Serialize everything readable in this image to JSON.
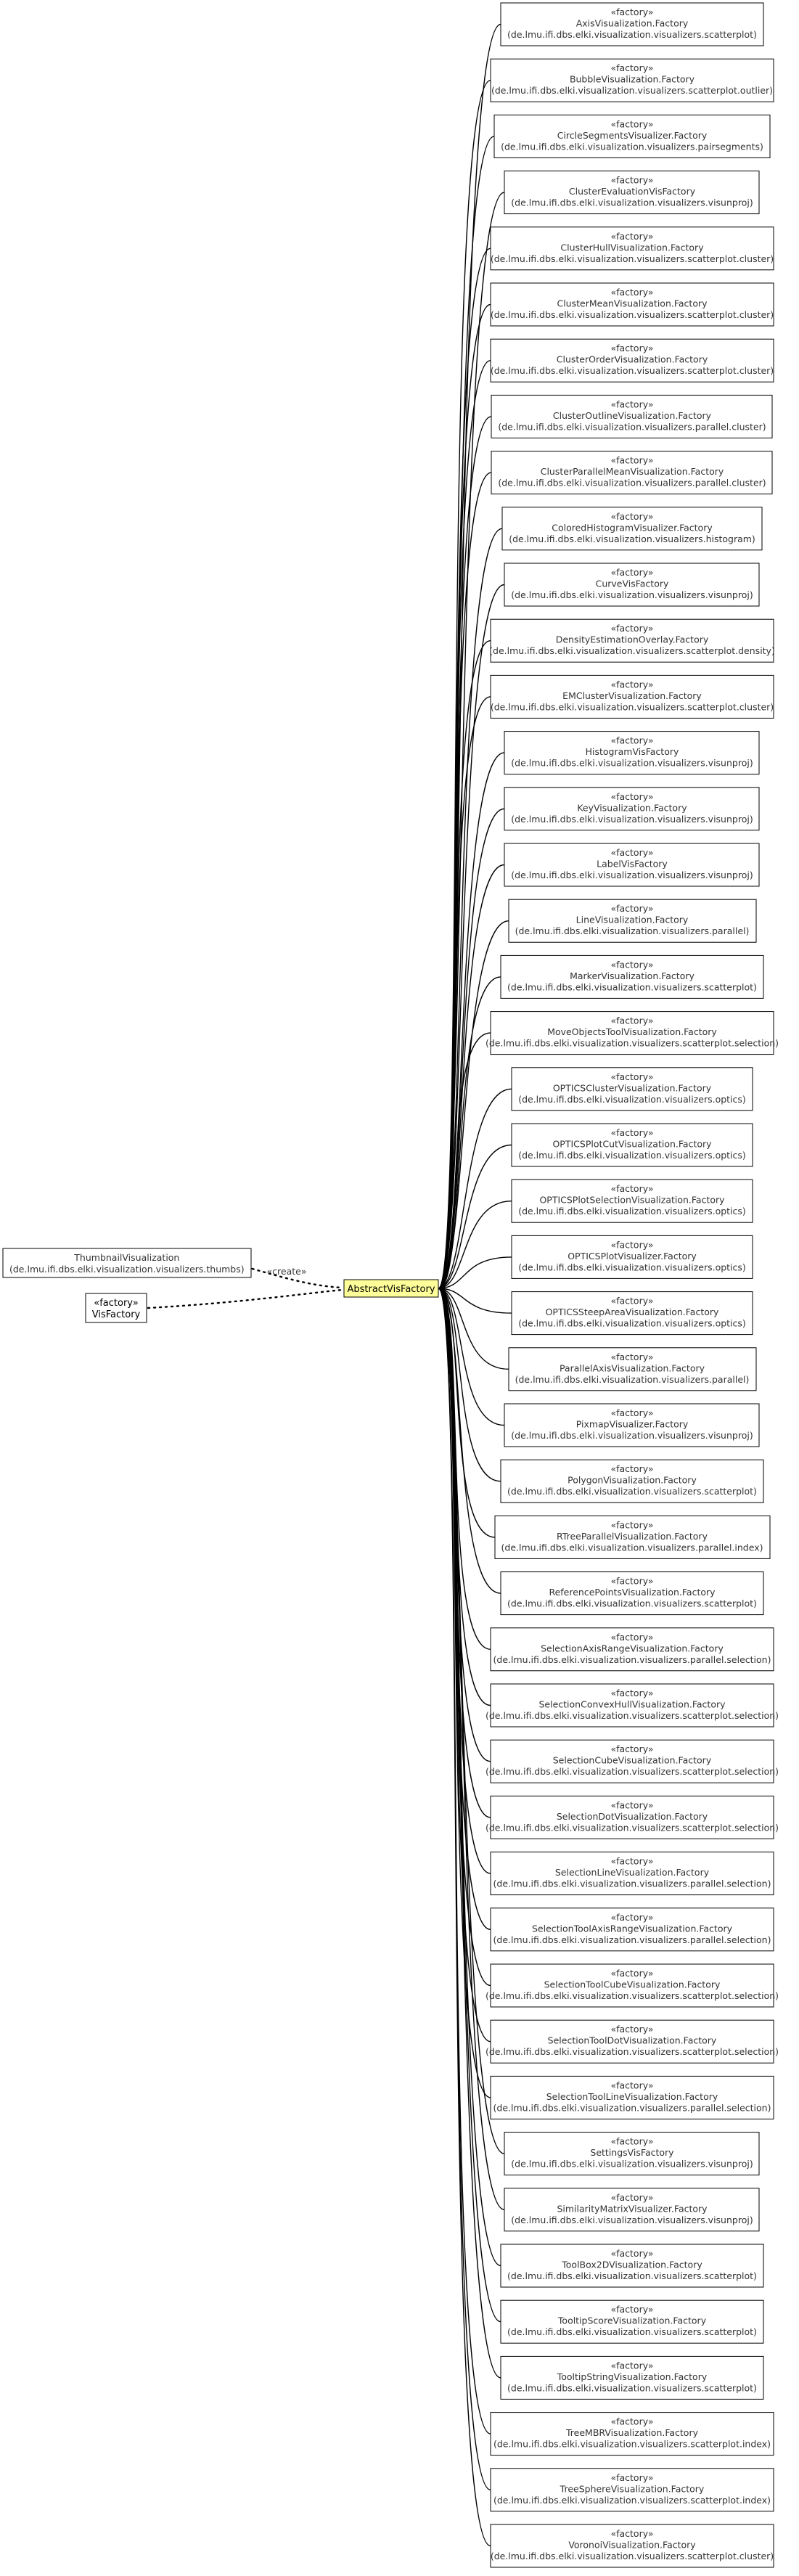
{
  "center": {
    "label": "AbstractVisFactory"
  },
  "left_nodes": [
    {
      "stereotype": "",
      "name": "ThumbnailVisualization",
      "package": "(de.lmu.ifi.dbs.elki.visualization.visualizers.thumbs)",
      "edge_label": "«create»"
    },
    {
      "stereotype": "«factory»",
      "name": "VisFactory",
      "package": "",
      "edge_label": ""
    }
  ],
  "subclasses": [
    {
      "stereotype": "«factory»",
      "name": "AxisVisualization.Factory",
      "package": "(de.lmu.ifi.dbs.elki.visualization.visualizers.scatterplot)"
    },
    {
      "stereotype": "«factory»",
      "name": "BubbleVisualization.Factory",
      "package": "(de.lmu.ifi.dbs.elki.visualization.visualizers.scatterplot.outlier)"
    },
    {
      "stereotype": "«factory»",
      "name": "CircleSegmentsVisualizer.Factory",
      "package": "(de.lmu.ifi.dbs.elki.visualization.visualizers.pairsegments)"
    },
    {
      "stereotype": "«factory»",
      "name": "ClusterEvaluationVisFactory",
      "package": "(de.lmu.ifi.dbs.elki.visualization.visualizers.visunproj)"
    },
    {
      "stereotype": "«factory»",
      "name": "ClusterHullVisualization.Factory",
      "package": "(de.lmu.ifi.dbs.elki.visualization.visualizers.scatterplot.cluster)"
    },
    {
      "stereotype": "«factory»",
      "name": "ClusterMeanVisualization.Factory",
      "package": "(de.lmu.ifi.dbs.elki.visualization.visualizers.scatterplot.cluster)"
    },
    {
      "stereotype": "«factory»",
      "name": "ClusterOrderVisualization.Factory",
      "package": "(de.lmu.ifi.dbs.elki.visualization.visualizers.scatterplot.cluster)"
    },
    {
      "stereotype": "«factory»",
      "name": "ClusterOutlineVisualization.Factory",
      "package": "(de.lmu.ifi.dbs.elki.visualization.visualizers.parallel.cluster)"
    },
    {
      "stereotype": "«factory»",
      "name": "ClusterParallelMeanVisualization.Factory",
      "package": "(de.lmu.ifi.dbs.elki.visualization.visualizers.parallel.cluster)"
    },
    {
      "stereotype": "«factory»",
      "name": "ColoredHistogramVisualizer.Factory",
      "package": "(de.lmu.ifi.dbs.elki.visualization.visualizers.histogram)"
    },
    {
      "stereotype": "«factory»",
      "name": "CurveVisFactory",
      "package": "(de.lmu.ifi.dbs.elki.visualization.visualizers.visunproj)"
    },
    {
      "stereotype": "«factory»",
      "name": "DensityEstimationOverlay.Factory",
      "package": "(de.lmu.ifi.dbs.elki.visualization.visualizers.scatterplot.density)"
    },
    {
      "stereotype": "«factory»",
      "name": "EMClusterVisualization.Factory",
      "package": "(de.lmu.ifi.dbs.elki.visualization.visualizers.scatterplot.cluster)"
    },
    {
      "stereotype": "«factory»",
      "name": "HistogramVisFactory",
      "package": "(de.lmu.ifi.dbs.elki.visualization.visualizers.visunproj)"
    },
    {
      "stereotype": "«factory»",
      "name": "KeyVisualization.Factory",
      "package": "(de.lmu.ifi.dbs.elki.visualization.visualizers.visunproj)"
    },
    {
      "stereotype": "«factory»",
      "name": "LabelVisFactory",
      "package": "(de.lmu.ifi.dbs.elki.visualization.visualizers.visunproj)"
    },
    {
      "stereotype": "«factory»",
      "name": "LineVisualization.Factory",
      "package": "(de.lmu.ifi.dbs.elki.visualization.visualizers.parallel)"
    },
    {
      "stereotype": "«factory»",
      "name": "MarkerVisualization.Factory",
      "package": "(de.lmu.ifi.dbs.elki.visualization.visualizers.scatterplot)"
    },
    {
      "stereotype": "«factory»",
      "name": "MoveObjectsToolVisualization.Factory",
      "package": "(de.lmu.ifi.dbs.elki.visualization.visualizers.scatterplot.selection)"
    },
    {
      "stereotype": "«factory»",
      "name": "OPTICSClusterVisualization.Factory",
      "package": "(de.lmu.ifi.dbs.elki.visualization.visualizers.optics)"
    },
    {
      "stereotype": "«factory»",
      "name": "OPTICSPlotCutVisualization.Factory",
      "package": "(de.lmu.ifi.dbs.elki.visualization.visualizers.optics)"
    },
    {
      "stereotype": "«factory»",
      "name": "OPTICSPlotSelectionVisualization.Factory",
      "package": "(de.lmu.ifi.dbs.elki.visualization.visualizers.optics)"
    },
    {
      "stereotype": "«factory»",
      "name": "OPTICSPlotVisualizer.Factory",
      "package": "(de.lmu.ifi.dbs.elki.visualization.visualizers.optics)"
    },
    {
      "stereotype": "«factory»",
      "name": "OPTICSSteepAreaVisualization.Factory",
      "package": "(de.lmu.ifi.dbs.elki.visualization.visualizers.optics)"
    },
    {
      "stereotype": "«factory»",
      "name": "ParallelAxisVisualization.Factory",
      "package": "(de.lmu.ifi.dbs.elki.visualization.visualizers.parallel)"
    },
    {
      "stereotype": "«factory»",
      "name": "PixmapVisualizer.Factory",
      "package": "(de.lmu.ifi.dbs.elki.visualization.visualizers.visunproj)"
    },
    {
      "stereotype": "«factory»",
      "name": "PolygonVisualization.Factory",
      "package": "(de.lmu.ifi.dbs.elki.visualization.visualizers.scatterplot)"
    },
    {
      "stereotype": "«factory»",
      "name": "RTreeParallelVisualization.Factory",
      "package": "(de.lmu.ifi.dbs.elki.visualization.visualizers.parallel.index)"
    },
    {
      "stereotype": "«factory»",
      "name": "ReferencePointsVisualization.Factory",
      "package": "(de.lmu.ifi.dbs.elki.visualization.visualizers.scatterplot)"
    },
    {
      "stereotype": "«factory»",
      "name": "SelectionAxisRangeVisualization.Factory",
      "package": "(de.lmu.ifi.dbs.elki.visualization.visualizers.parallel.selection)"
    },
    {
      "stereotype": "«factory»",
      "name": "SelectionConvexHullVisualization.Factory",
      "package": "(de.lmu.ifi.dbs.elki.visualization.visualizers.scatterplot.selection)"
    },
    {
      "stereotype": "«factory»",
      "name": "SelectionCubeVisualization.Factory",
      "package": "(de.lmu.ifi.dbs.elki.visualization.visualizers.scatterplot.selection)"
    },
    {
      "stereotype": "«factory»",
      "name": "SelectionDotVisualization.Factory",
      "package": "(de.lmu.ifi.dbs.elki.visualization.visualizers.scatterplot.selection)"
    },
    {
      "stereotype": "«factory»",
      "name": "SelectionLineVisualization.Factory",
      "package": "(de.lmu.ifi.dbs.elki.visualization.visualizers.parallel.selection)"
    },
    {
      "stereotype": "«factory»",
      "name": "SelectionToolAxisRangeVisualization.Factory",
      "package": "(de.lmu.ifi.dbs.elki.visualization.visualizers.parallel.selection)"
    },
    {
      "stereotype": "«factory»",
      "name": "SelectionToolCubeVisualization.Factory",
      "package": "(de.lmu.ifi.dbs.elki.visualization.visualizers.scatterplot.selection)"
    },
    {
      "stereotype": "«factory»",
      "name": "SelectionToolDotVisualization.Factory",
      "package": "(de.lmu.ifi.dbs.elki.visualization.visualizers.scatterplot.selection)"
    },
    {
      "stereotype": "«factory»",
      "name": "SelectionToolLineVisualization.Factory",
      "package": "(de.lmu.ifi.dbs.elki.visualization.visualizers.parallel.selection)"
    },
    {
      "stereotype": "«factory»",
      "name": "SettingsVisFactory",
      "package": "(de.lmu.ifi.dbs.elki.visualization.visualizers.visunproj)"
    },
    {
      "stereotype": "«factory»",
      "name": "SimilarityMatrixVisualizer.Factory",
      "package": "(de.lmu.ifi.dbs.elki.visualization.visualizers.visunproj)"
    },
    {
      "stereotype": "«factory»",
      "name": "ToolBox2DVisualization.Factory",
      "package": "(de.lmu.ifi.dbs.elki.visualization.visualizers.scatterplot)"
    },
    {
      "stereotype": "«factory»",
      "name": "TooltipScoreVisualization.Factory",
      "package": "(de.lmu.ifi.dbs.elki.visualization.visualizers.scatterplot)"
    },
    {
      "stereotype": "«factory»",
      "name": "TooltipStringVisualization.Factory",
      "package": "(de.lmu.ifi.dbs.elki.visualization.visualizers.scatterplot)"
    },
    {
      "stereotype": "«factory»",
      "name": "TreeMBRVisualization.Factory",
      "package": "(de.lmu.ifi.dbs.elki.visualization.visualizers.scatterplot.index)"
    },
    {
      "stereotype": "«factory»",
      "name": "TreeSphereVisualization.Factory",
      "package": "(de.lmu.ifi.dbs.elki.visualization.visualizers.scatterplot.index)"
    },
    {
      "stereotype": "«factory»",
      "name": "VoronoiVisualization.Factory",
      "package": "(de.lmu.ifi.dbs.elki.visualization.visualizers.scatterplot.cluster)"
    }
  ]
}
